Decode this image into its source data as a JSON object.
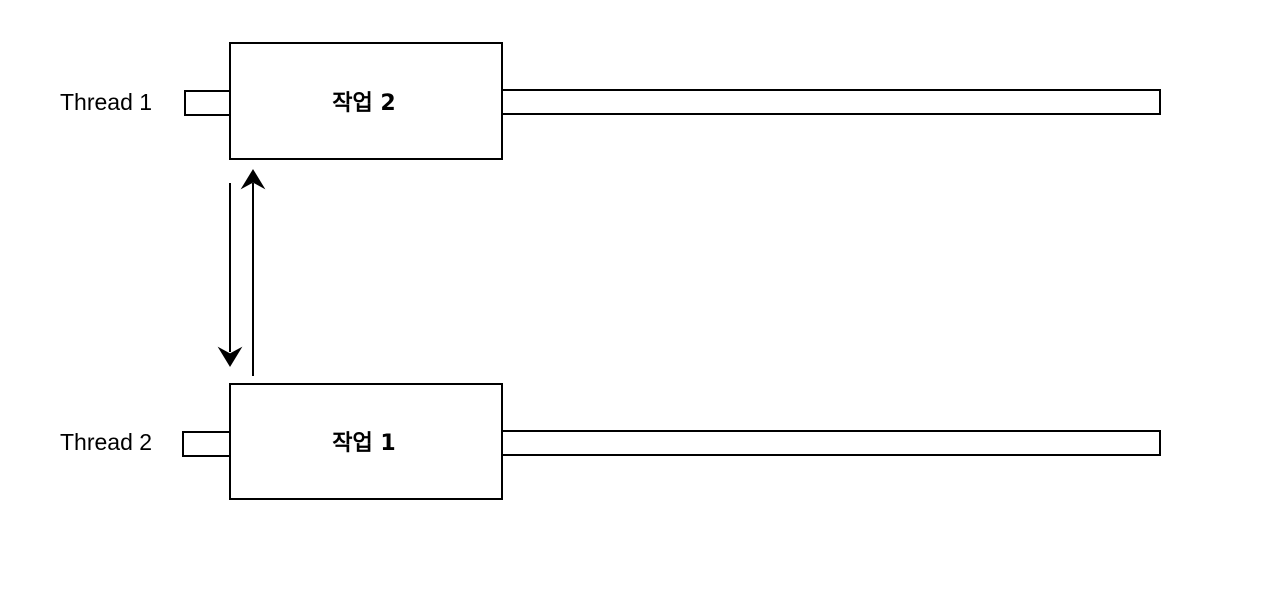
{
  "threads": [
    {
      "label": "Thread 1",
      "task": "작업 2"
    },
    {
      "label": "Thread 2",
      "task": "작업 1"
    }
  ],
  "colors": {
    "stroke": "#000000",
    "fill": "#ffffff",
    "background": "#ffffff"
  }
}
